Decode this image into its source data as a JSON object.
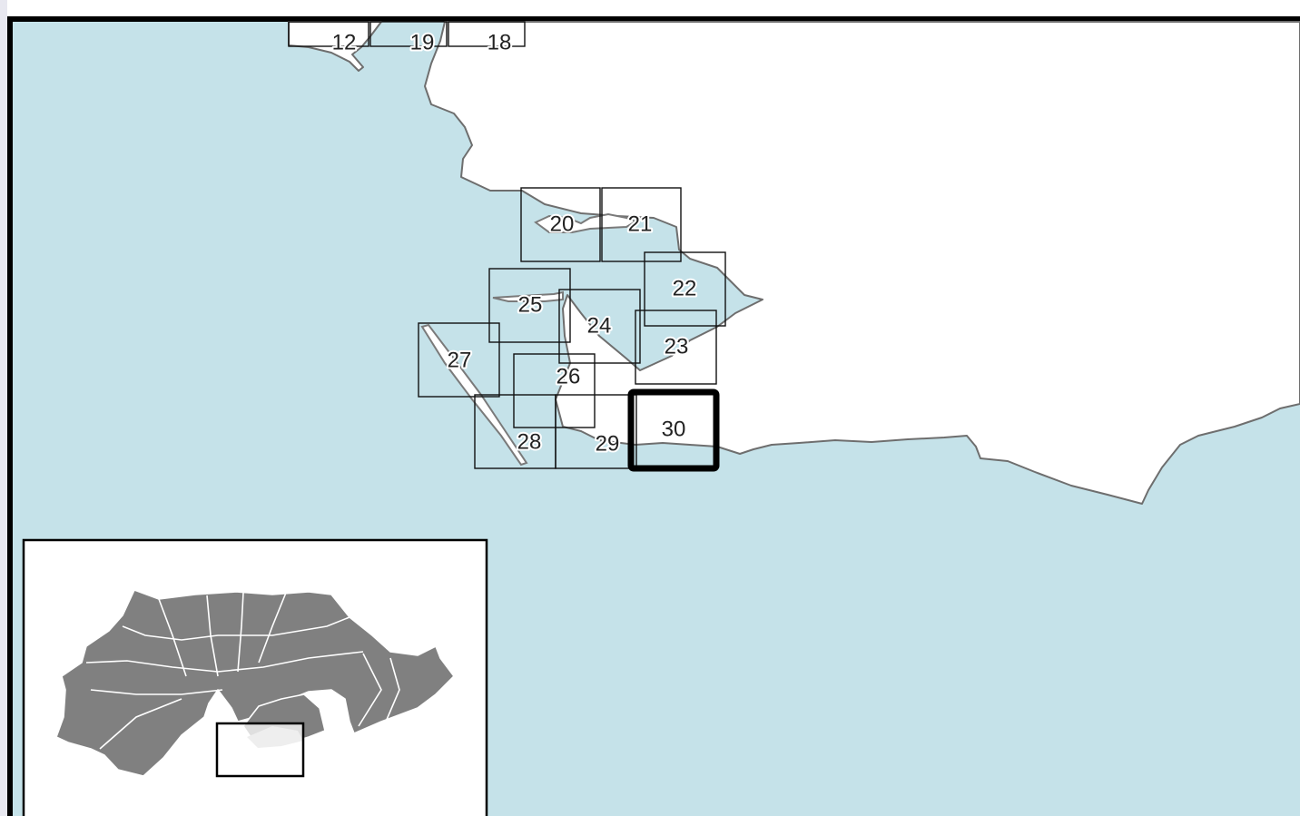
{
  "map": {
    "colors": {
      "water": "#c5e2e9",
      "land": "#ffffff",
      "coastline": "#6e6e6e",
      "tile_outline": "#111111",
      "selected_outline": "#000000",
      "inset_land": "#808080"
    },
    "selected_tile": "30",
    "tiles": [
      {
        "label": "12"
      },
      {
        "label": "19"
      },
      {
        "label": "18"
      },
      {
        "label": "20"
      },
      {
        "label": "21"
      },
      {
        "label": "22"
      },
      {
        "label": "25"
      },
      {
        "label": "24"
      },
      {
        "label": "23"
      },
      {
        "label": "27"
      },
      {
        "label": "26"
      },
      {
        "label": "28"
      },
      {
        "label": "29"
      },
      {
        "label": "30"
      }
    ],
    "inset": {
      "icon": "locator-inset-map"
    }
  }
}
